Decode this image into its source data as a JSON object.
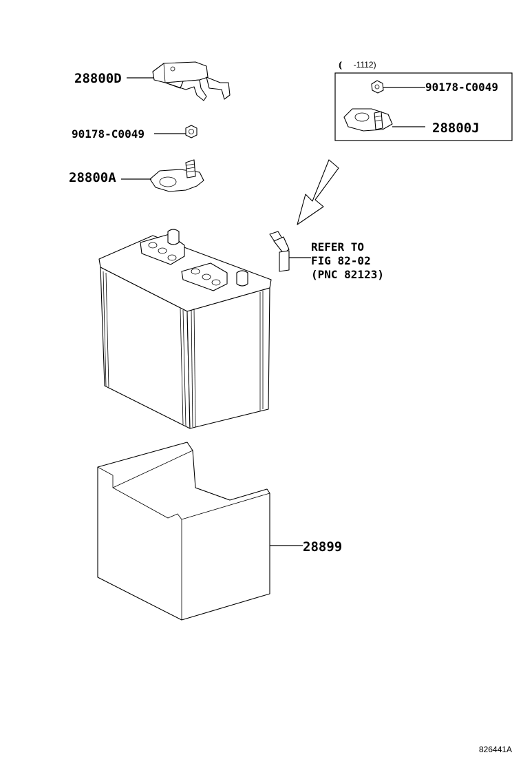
{
  "labels": {
    "part_28800D": "28800D",
    "part_90178_left": "90178-C0049",
    "part_28800A": "28800A",
    "part_90178_box": "90178-C0049",
    "part_28800J": "28800J",
    "part_28899": "28899",
    "refer_line1": "REFER TO",
    "refer_line2": "FIG 82-02",
    "refer_line3": "(PNC 82123)"
  },
  "inset": {
    "range_text": "(     -1112)"
  },
  "footer": {
    "diagram_code": "826441A"
  },
  "icons": {
    "arrow": "down-left-arrow-icon",
    "nut": "hex-nut-icon"
  }
}
